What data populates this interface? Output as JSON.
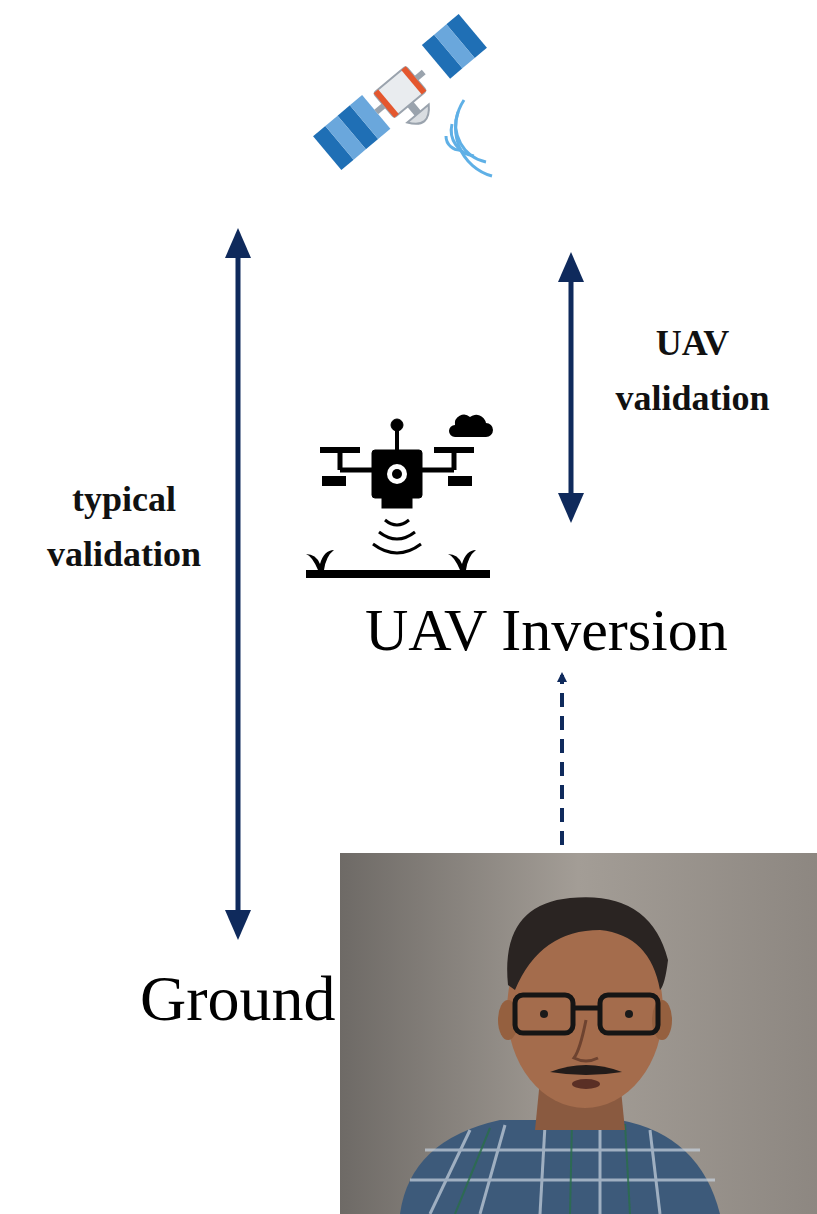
{
  "diagram": {
    "nodes": [
      {
        "text": [
          "UAV Inversion"
        ]
      },
      {
        "text": [
          "Ground"
        ]
      }
    ],
    "edges": [
      {
        "from": 1,
        "to": 0,
        "arrow": "to"
      }
    ],
    "labels": [
      "typical validation",
      "UAV validation"
    ]
  }
}
